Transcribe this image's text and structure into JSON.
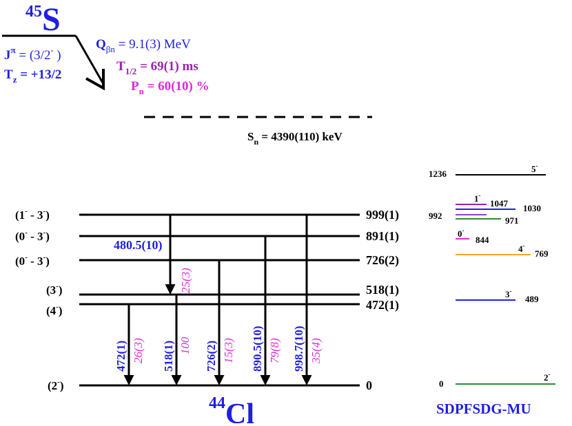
{
  "colors": {
    "black": "#000000",
    "blue": "#1f1fe0",
    "purple": "#9a22b0",
    "magenta": "#e02ad8",
    "green": "#2e8b2e",
    "orange": "#f5a623",
    "violet": "#8a3fd0"
  },
  "parent": {
    "mass": "45",
    "symbol": "S",
    "jpi_label": "J",
    "jpi_sup": "π",
    "jpi_eq": " = (3/2",
    "jpi_sign": "-",
    "jpi_close": " )",
    "tz_label": "T",
    "tz_sub": "z",
    "tz_value": " = +13/2",
    "q_label": "Q",
    "q_sub": "βn",
    "q_value": " = 9.1(3) MeV",
    "t_label": "T",
    "t_sub": "1/2",
    "t_value": " = 69(1) ms",
    "pn_label": "P",
    "pn_sub": "n",
    "pn_value": " = 60(10) %"
  },
  "sn": {
    "label": "S",
    "sub": "n",
    "value": " = 4390(110) keV"
  },
  "daughter": {
    "mass": "44",
    "symbol": "Cl"
  },
  "levels": [
    {
      "spin": "(1",
      "sign1": "-",
      "dash": " - 3",
      "sign2": "-",
      "close": ")",
      "energy": "999(1)"
    },
    {
      "spin": "(0",
      "sign1": "-",
      "dash": " - 3",
      "sign2": "-",
      "close": ")",
      "energy": "891(1)"
    },
    {
      "spin": "(0",
      "sign1": "-",
      "dash": " - 3",
      "sign2": "-",
      "close": ")",
      "energy": "726(2)"
    },
    {
      "spin": "(3",
      "sign1": "-",
      "dash": "",
      "sign2": "",
      "close": ")",
      "energy": "518(1)"
    },
    {
      "spin": "(4",
      "sign1": "-",
      "dash": "",
      "sign2": "",
      "close": ")",
      "energy": "472(1)"
    },
    {
      "spin": "(2",
      "sign1": "-",
      "dash": "",
      "sign2": "",
      "close": ")",
      "energy": "0"
    }
  ],
  "transitions": [
    {
      "energy": "472(1)",
      "intensity": "26(3)"
    },
    {
      "energy": "518(1)",
      "intensity": "100"
    },
    {
      "energy": "726(2)",
      "intensity": "15(3)"
    },
    {
      "energy": "890.5(10)",
      "intensity": "79(8)"
    },
    {
      "energy": "998.7(10)",
      "intensity": "35(4)"
    },
    {
      "energy": "480.5(10)",
      "intensity": "25(3)"
    }
  ],
  "theory": {
    "title": "SDPFSDG-MU",
    "levels": [
      {
        "energy": "1236",
        "spin": "5",
        "sign": "-"
      },
      {
        "energy": "1047",
        "spin": "1",
        "sign": "-"
      },
      {
        "energy": "1030",
        "spin": "",
        "sign": ""
      },
      {
        "energy": "992",
        "spin": "",
        "sign": ""
      },
      {
        "energy": "971",
        "spin": "",
        "sign": ""
      },
      {
        "energy": "844",
        "spin": "0",
        "sign": "-"
      },
      {
        "energy": "769",
        "spin": "4",
        "sign": "-"
      },
      {
        "energy": "489",
        "spin": "3",
        "sign": "-"
      },
      {
        "energy": "0",
        "spin": "2",
        "sign": "-"
      }
    ]
  }
}
